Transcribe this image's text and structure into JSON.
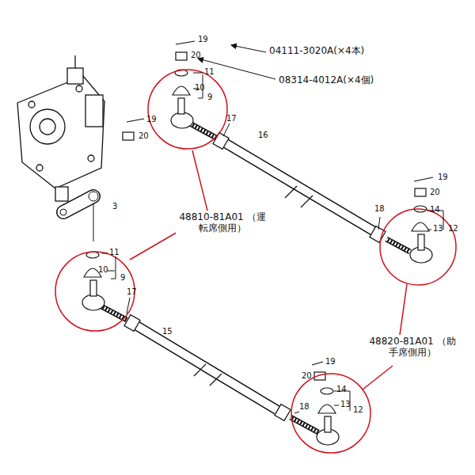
{
  "diagram": {
    "labels": [
      "19",
      "04111-3020A(×4本)",
      "20",
      "08314-4012A(×4個)",
      "11",
      "10",
      "9",
      "19",
      "20",
      "17",
      "16",
      "3",
      "19",
      "20",
      "18",
      "14",
      "13",
      "12",
      "48810-81A01 （運転席側用）",
      "11",
      "10",
      "9",
      "17",
      "15",
      "48820-81A01 （助手席側用）",
      "19",
      "20",
      "18",
      "14",
      "13",
      "12"
    ]
  }
}
